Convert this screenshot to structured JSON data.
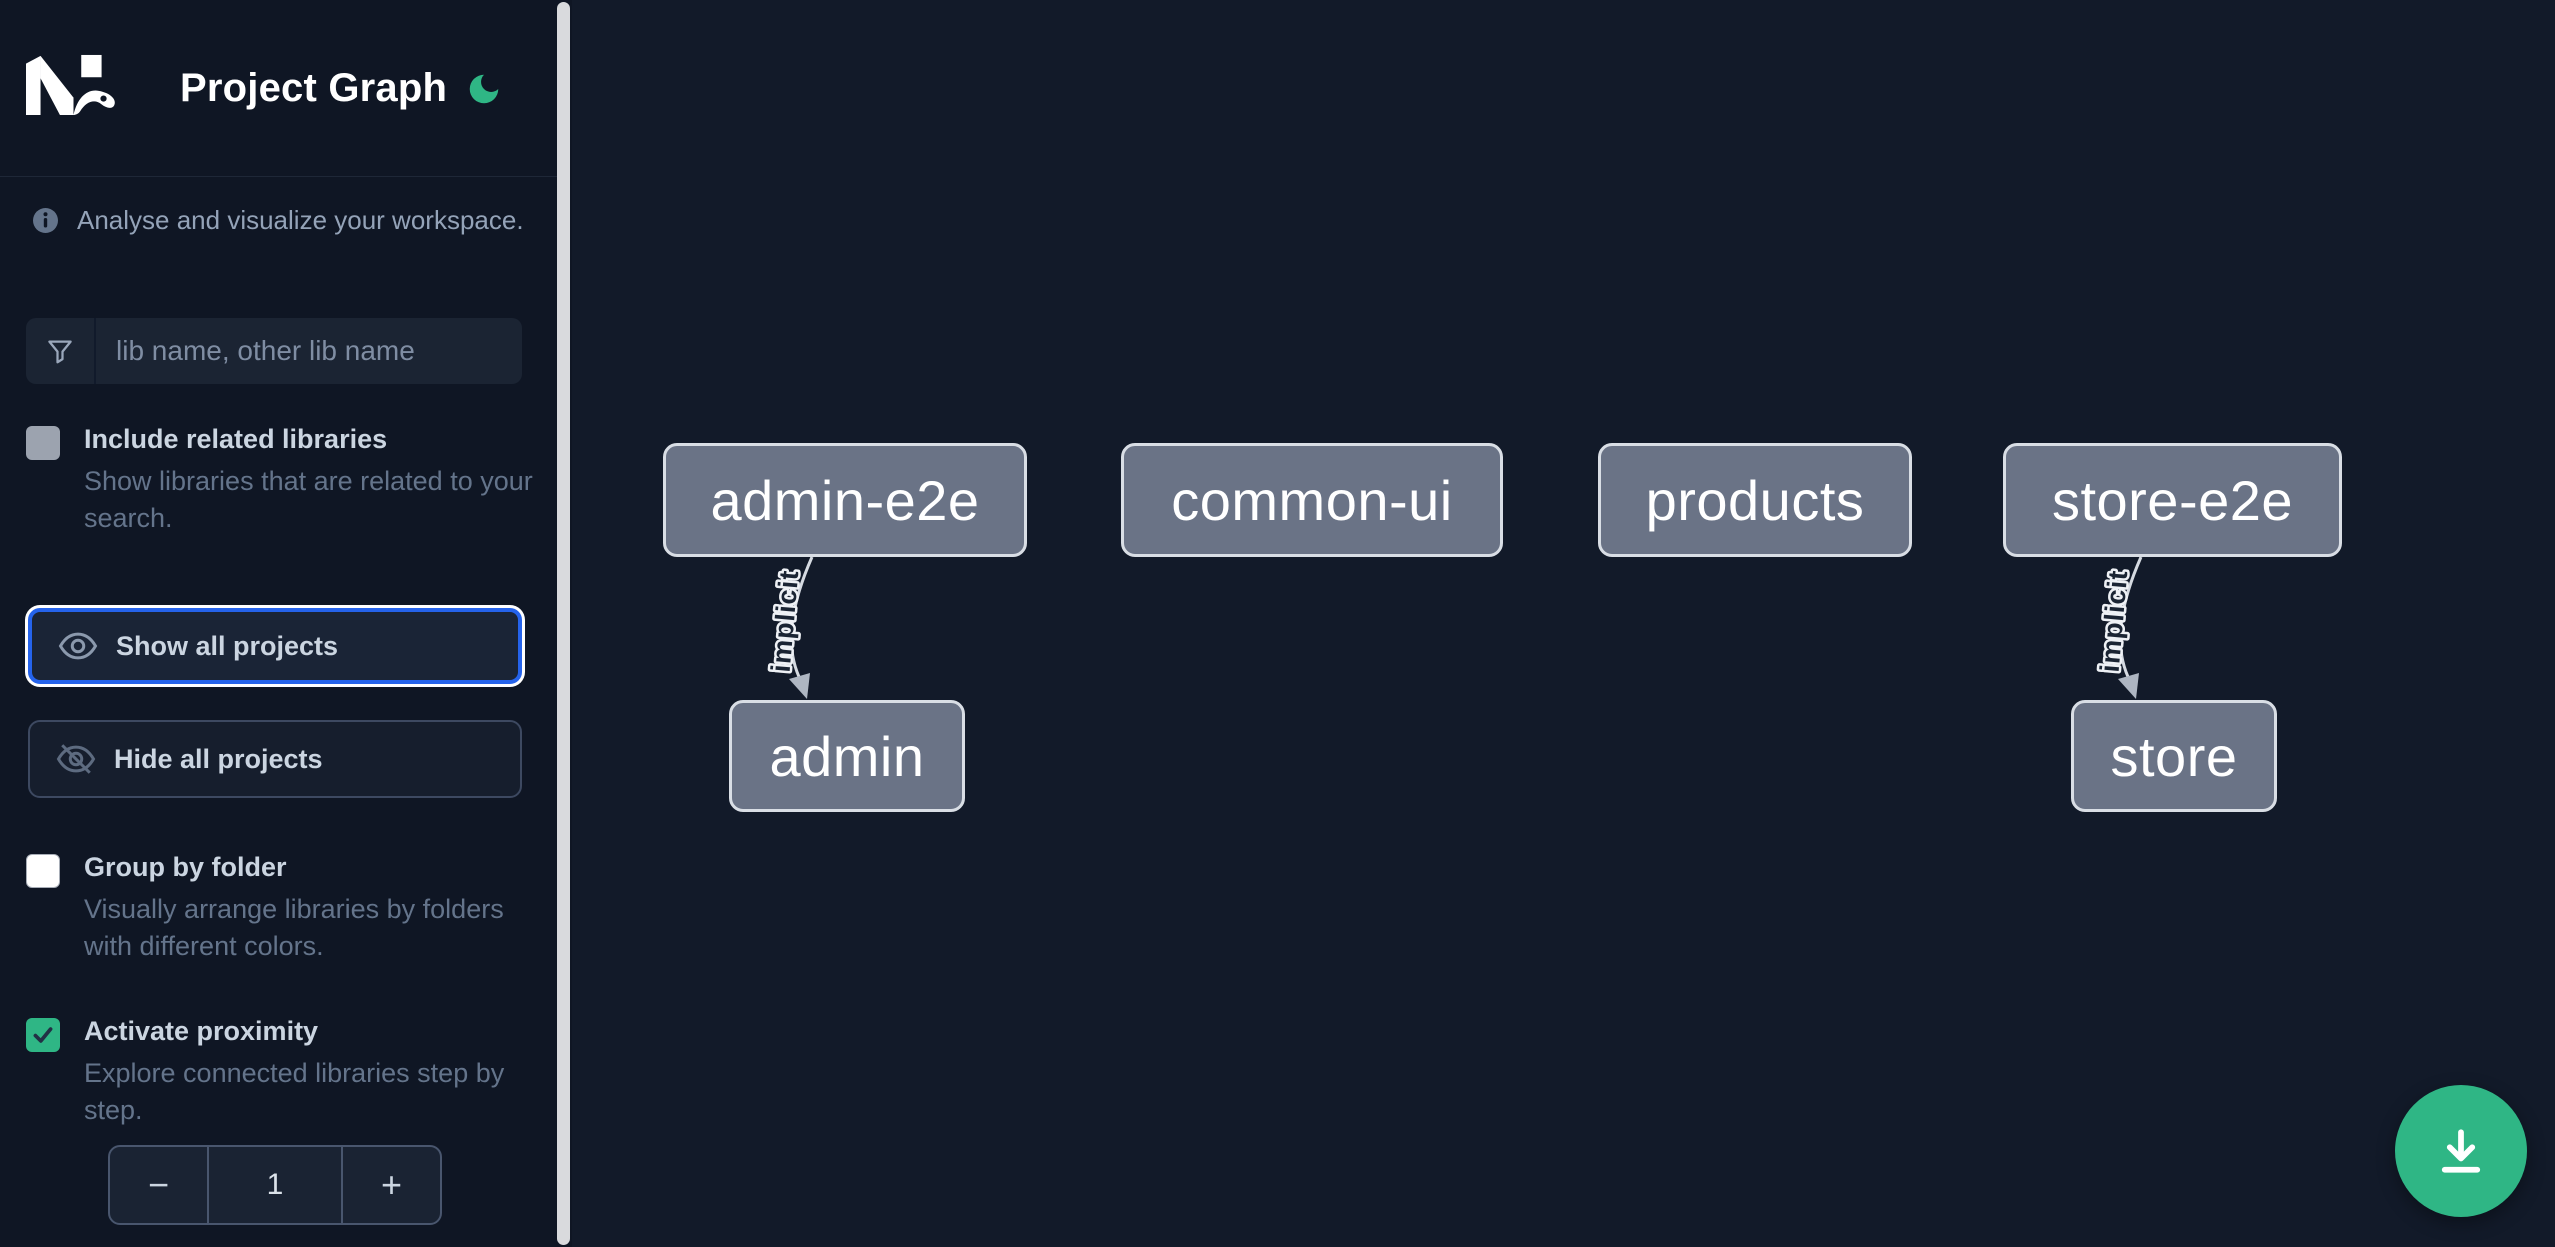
{
  "header": {
    "title": "Project Graph",
    "logo_icon": "nx-logo",
    "theme_icon": "moon-icon"
  },
  "sidebar": {
    "info_text": "Analyse and visualize your workspace.",
    "search": {
      "placeholder": "lib name, other lib name",
      "value": "",
      "icon": "filter-funnel-icon"
    },
    "toggles": [
      {
        "label": "Include related libraries",
        "description": "Show libraries that are related to your search.",
        "checked": false
      },
      {
        "label": "Group by folder",
        "description": "Visually arrange libraries by folders with different colors.",
        "checked": false
      },
      {
        "label": "Activate proximity",
        "description": "Explore connected libraries step by step.",
        "checked": true
      }
    ],
    "buttons": {
      "show_all": "Show all projects",
      "hide_all": "Hide all projects"
    },
    "stepper": {
      "decrement": "−",
      "value": "1",
      "increment": "+"
    }
  },
  "graph": {
    "nodes": [
      {
        "label": "admin-e2e"
      },
      {
        "label": "common-ui"
      },
      {
        "label": "products"
      },
      {
        "label": "store-e2e"
      },
      {
        "label": "admin"
      },
      {
        "label": "store"
      }
    ],
    "edges": [
      {
        "from": "admin-e2e",
        "to": "admin",
        "label": "implicit",
        "type": "implicit"
      },
      {
        "from": "store-e2e",
        "to": "store",
        "label": "implicit",
        "type": "implicit"
      }
    ]
  },
  "fab": {
    "icon": "download-icon"
  },
  "colors": {
    "accent_green": "#2fb685",
    "focus_blue": "#2563eb",
    "node_fill": "#6a7386",
    "sidebar_bg": "#0f1624",
    "canvas_bg": "#121a29"
  }
}
